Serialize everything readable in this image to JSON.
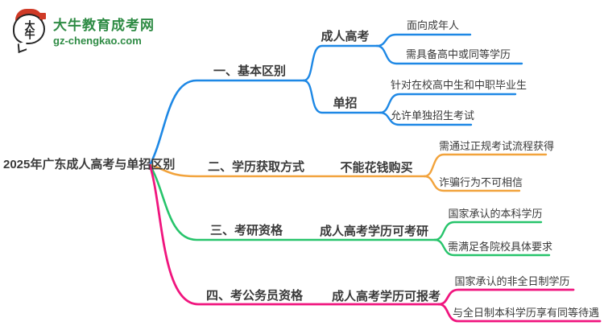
{
  "logo": {
    "site_name": "大牛教育成考网",
    "site_url": "gz-chengkao.com",
    "icon_text": "大牛"
  },
  "colors": {
    "branch1_blue": "#1e88e5",
    "branch2_orange": "#f2a33c",
    "branch3_green": "#27c46b",
    "branch4_pink": "#f0157e",
    "logo_green": "#2e8b44",
    "node_text": "#3a3a3a"
  },
  "mindmap": {
    "root": "2025年广东成人高考与单招区别",
    "branches": [
      {
        "label": "一、基本区别",
        "children": [
          {
            "label": "成人高考",
            "children": [
              {
                "label": "面向成年人"
              },
              {
                "label": "需具备高中或同等学历"
              }
            ]
          },
          {
            "label": "单招",
            "children": [
              {
                "label": "针对在校高中生和中职毕业生"
              },
              {
                "label": "允许单独招生考试"
              }
            ]
          }
        ]
      },
      {
        "label": "二、学历获取方式",
        "children": [
          {
            "label": "不能花钱购买",
            "children": [
              {
                "label": "需通过正规考试流程获得"
              },
              {
                "label": "诈骗行为不可相信"
              }
            ]
          }
        ]
      },
      {
        "label": "三、考研资格",
        "children": [
          {
            "label": "成人高考学历可考研",
            "children": [
              {
                "label": "国家承认的本科学历"
              },
              {
                "label": "需满足各院校具体要求"
              }
            ]
          }
        ]
      },
      {
        "label": "四、考公务员资格",
        "children": [
          {
            "label": "成人高考学历可报考",
            "children": [
              {
                "label": "国家承认的非全日制学历"
              },
              {
                "label": "与全日制本科学历享有同等待遇"
              }
            ]
          }
        ]
      }
    ]
  }
}
